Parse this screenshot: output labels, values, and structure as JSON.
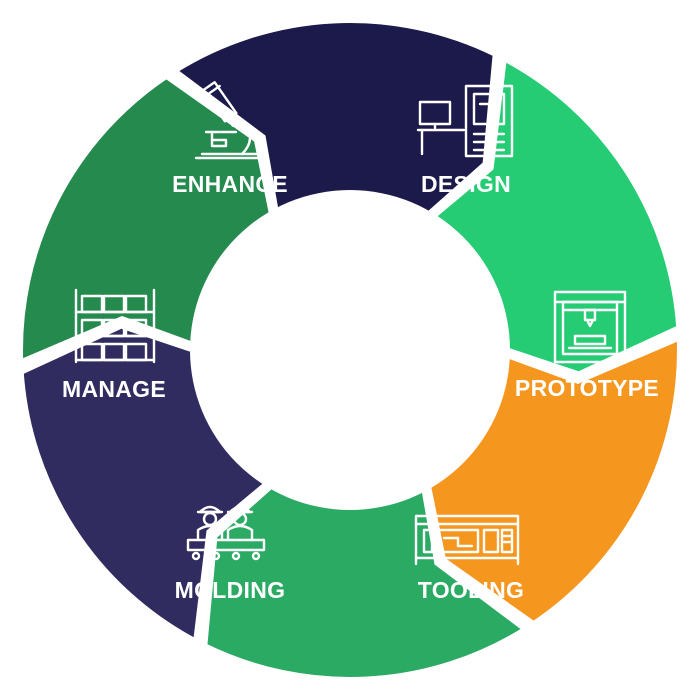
{
  "cycle": {
    "segments": [
      {
        "label": "DESIGN",
        "color": "#26cc74",
        "icon": "computer-cad-workstation-icon"
      },
      {
        "label": "PROTOTYPE",
        "color": "#f5961f",
        "icon": "3d-printer-icon"
      },
      {
        "label": "TOOLING",
        "color": "#2aaa63",
        "icon": "cnc-machine-icon"
      },
      {
        "label": "MOLDING",
        "color": "#302c60",
        "icon": "workers-conveyor-icon"
      },
      {
        "label": "MANAGE",
        "color": "#248a4e",
        "icon": "warehouse-shelving-icon"
      },
      {
        "label": "ENHANCE",
        "color": "#1c1a4a",
        "icon": "microscope-icon"
      }
    ]
  }
}
